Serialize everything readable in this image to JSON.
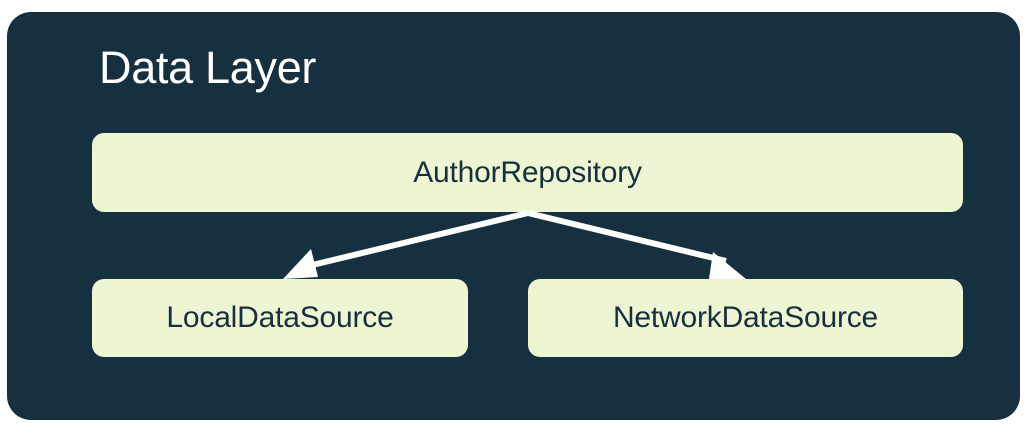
{
  "diagram": {
    "title": "Data Layer",
    "type": "architecture-flow",
    "background_color": "#ffffff",
    "container_color": "#17303f",
    "node_color": "#eef5d3",
    "node_text_color": "#17303f",
    "title_color": "#ffffff",
    "arrow_color": "#ffffff",
    "nodes": [
      {
        "id": "repository",
        "label": "AuthorRepository",
        "level": 0
      },
      {
        "id": "local",
        "label": "LocalDataSource",
        "level": 1
      },
      {
        "id": "network",
        "label": "NetworkDataSource",
        "level": 1
      }
    ],
    "edges": [
      {
        "from": "repository",
        "to": "local",
        "style": "solid-arrow"
      },
      {
        "from": "repository",
        "to": "network",
        "style": "solid-arrow"
      }
    ]
  }
}
